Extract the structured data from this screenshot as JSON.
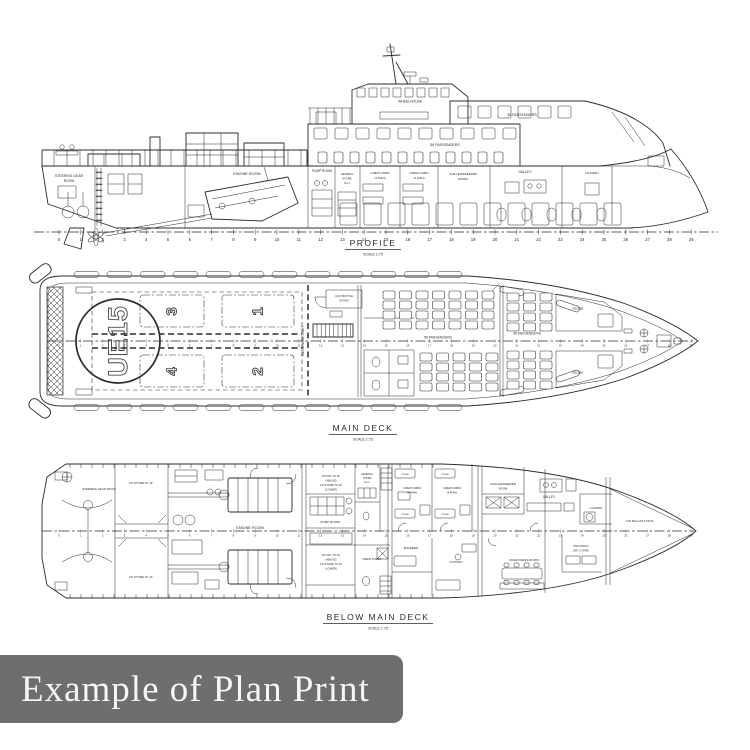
{
  "colors": {
    "ink": "#2b2b2b",
    "caption_bg": "#6e6e6e",
    "caption_fg": "#f6f6f6",
    "paper": "#ffffff"
  },
  "caption": {
    "text": "Example of Plan Print"
  },
  "stations": [
    "0",
    "1",
    "2",
    "3",
    "4",
    "5",
    "6",
    "7",
    "8",
    "9",
    "10",
    "11",
    "12",
    "13",
    "14",
    "15",
    "16",
    "17",
    "18",
    "19",
    "20",
    "21",
    "22",
    "23",
    "24",
    "25",
    "26",
    "27",
    "28",
    "29"
  ],
  "views": {
    "profile": {
      "title": "PROFILE",
      "scale": "SCALE 1:75",
      "labels": {
        "wheelhouse": "WHEELHOUSE",
        "pass56": "56 PASSENGERS",
        "pass36": "36 PASSENGERS",
        "steering_l1": "STEERING GEAR",
        "steering_l2": "ROOM",
        "engine": "ENGINE ROOM",
        "pump": "PUMP ROOM",
        "gs_l1": "GENERAL",
        "gs_l2": "STORE",
        "gs_l3": "No.2",
        "crew_l1": "CREW CABIN",
        "crew_l2": "(4 MAN)",
        "chiller_l1": "CHILLER/FREEZER",
        "chiller_l2": "ROOM",
        "galley": "GALLEY",
        "laundry": "LAUNDRY"
      }
    },
    "main_deck": {
      "title": "MAIN DECK",
      "scale": "SCALE 1:75",
      "labels": {
        "helideck": "UE15",
        "hold1": "1",
        "hold2": "2",
        "hold3": "3",
        "hold4": "4",
        "passenger_limit": "PASSENGER LIMIT",
        "co2_l1": "CO2 BOTTLE",
        "co2_l2": "ROOM",
        "pass56": "56 PASSENGERS",
        "pass36": "36 PASSENGERS",
        "store": "STORE"
      }
    },
    "below_deck": {
      "title": "BELOW MAIN DECK",
      "scale": "SCALE 1:75",
      "labels": {
        "steering": "STEERING GEAR ROOM",
        "fo_store_1p": "FO STORE TK 1P",
        "fo_store_1s": "FO STORE TK 1S",
        "engine": "ENGINE ROOM",
        "fo_day_1p": "FO DAY TK 1P",
        "fo_day_1s": "FO DAY TK 1S",
        "above": "(ABOVE)",
        "lower": "(LOWER)",
        "fo_store_2p": "FO STORE TK 2P",
        "fo_store_2s": "FO STORE TK 2S",
        "pump": "PUMP ROOM",
        "gs_l1": "GENERAL",
        "gs_l2": "STORE",
        "gs_l3": "No.2",
        "crew_toilet": "CREW TOILET",
        "crew_l1": "CREW CABIN",
        "crew_l2": "(4 MAN)",
        "bunk": "2 BUNK",
        "engineer": "ENGINEER",
        "captain": "CAPTAIN",
        "chiller_l1": "CHILLER/FREEZER",
        "chiller_l2": "ROOM",
        "galley": "GALLEY",
        "laundry": "LAUNDRY",
        "mess": "CREW MESS ROOM",
        "prov_l1": "PROVISION",
        "prov_l2": "DRY STORE",
        "fw_ballast": "FW BALLAST TANK"
      }
    }
  }
}
